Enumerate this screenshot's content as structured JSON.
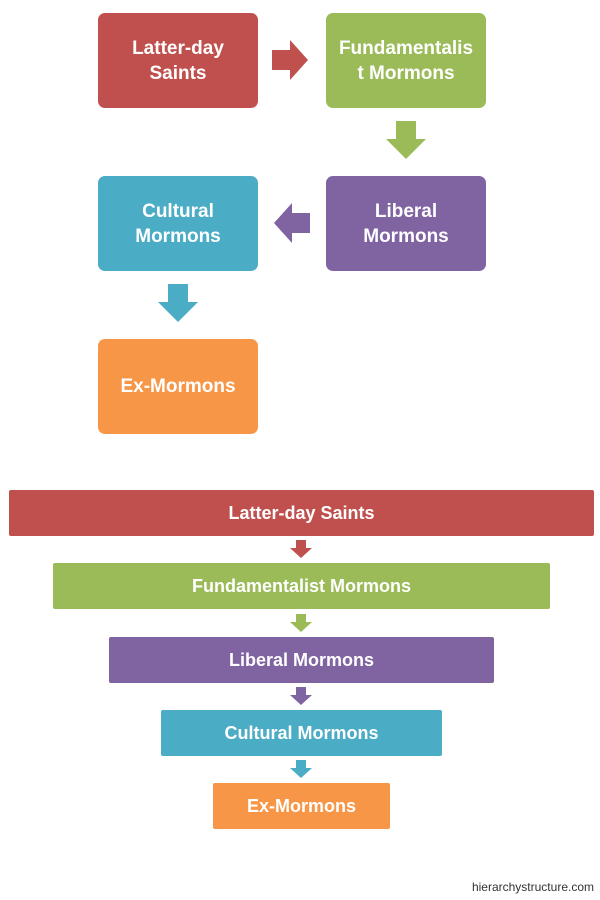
{
  "colors": {
    "red": "#c0504d",
    "green": "#9bbb59",
    "purple": "#8064a2",
    "blue": "#4bacc6",
    "orange": "#f79646"
  },
  "flow_diagram": {
    "boxes": [
      {
        "label": "Latter-day Saints",
        "color": "red"
      },
      {
        "label": "Fundamentalist Mormons",
        "color": "green"
      },
      {
        "label": "Liberal Mormons",
        "color": "purple"
      },
      {
        "label": "Cultural Mormons",
        "color": "blue"
      },
      {
        "label": "Ex-Mormons",
        "color": "orange"
      }
    ],
    "box_lines": [
      [
        "Latter-day",
        "Saints"
      ],
      [
        "Fundamentalis",
        "t Mormons"
      ],
      [
        "Liberal",
        "Mormons"
      ],
      [
        "Cultural",
        "Mormons"
      ],
      [
        "Ex-Mormons"
      ]
    ]
  },
  "hierarchy_diagram": {
    "levels": [
      {
        "label": "Latter-day Saints",
        "color": "red"
      },
      {
        "label": "Fundamentalist Mormons",
        "color": "green"
      },
      {
        "label": "Liberal Mormons",
        "color": "purple"
      },
      {
        "label": "Cultural Mormons",
        "color": "blue"
      },
      {
        "label": "Ex-Mormons",
        "color": "orange"
      }
    ]
  },
  "footer": {
    "credit": "hierarchystructure.com"
  }
}
